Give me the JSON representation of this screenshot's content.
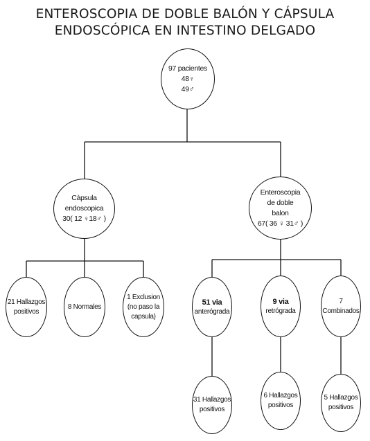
{
  "title": {
    "line1": "ENTEROSCOPIA DE DOBLE BALÓN Y CÁPSULA",
    "line2": "ENDOSCÓPICA EN INTESTINO DELGADO"
  },
  "nodes": {
    "root": {
      "l1": "97 pacientes",
      "l2": "48♀",
      "l3": "49♂"
    },
    "capsule": {
      "l1": "Càpsula",
      "l2": "endoscopica",
      "l3": "30( 12 ♀18♂ )"
    },
    "enteroscopy": {
      "l1": "Enteroscopia",
      "l2": "de doble",
      "l3": "balon",
      "l4": "67( 36 ♀ 31♂ )"
    },
    "cap_positive": {
      "l1": "21 Hallazgos",
      "l2": "positivos"
    },
    "cap_normal": {
      "l1": "8 Normales"
    },
    "cap_exclusion": {
      "l1": "1 Exclusion",
      "l2": "(no paso la",
      "l3": "capsula)"
    },
    "anterograde": {
      "l1": "51 via",
      "l2": "anterógrada"
    },
    "retrograde": {
      "l1": "9 via",
      "l2": "retrógrada"
    },
    "combined": {
      "l1": "7",
      "l2": "Combinados"
    },
    "ant_positive": {
      "l1": "31 Hallazgos",
      "l2": "positivos"
    },
    "ret_positive": {
      "l1": "6 Hallazgos",
      "l2": "positivos"
    },
    "comb_positive": {
      "l1": "5 Hallazgos",
      "l2": "positivos"
    }
  }
}
